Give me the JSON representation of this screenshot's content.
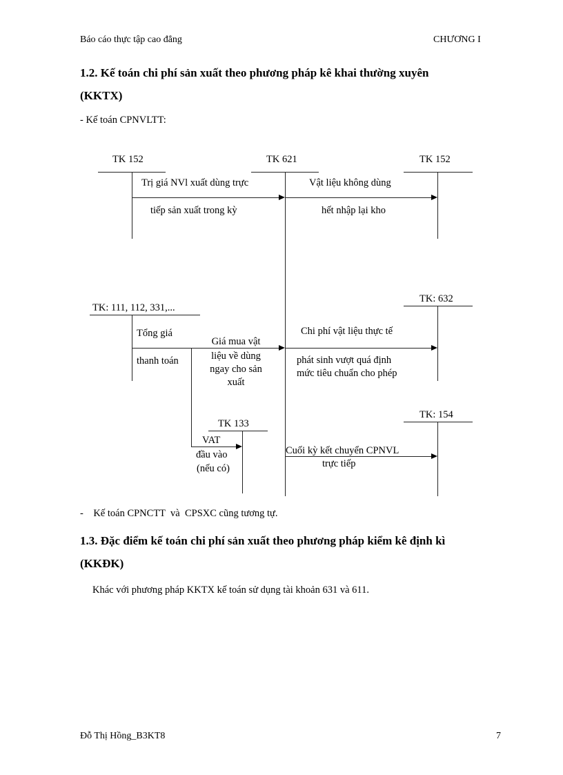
{
  "header": {
    "left": "Báo cáo thực tập cao đẳng",
    "right": "CHƯƠNG I"
  },
  "section_1_2": {
    "title_line1": "1.2. Kế toán chi phí sản xuất theo phương pháp kê khai thường xuyên",
    "title_line2": "(KKTX)",
    "intro": "- Kế toán CPNVLTT:"
  },
  "diagram": {
    "accounts": {
      "tk152_left": "TK 152",
      "tk621": "TK 621",
      "tk152_right": "TK 152",
      "tk111": "TK: 111, 112, 331,...",
      "tk632": "TK: 632",
      "tk133": "TK  133",
      "tk154": "TK: 154"
    },
    "flows": {
      "nvl_out_line1": "Trị giá NVl xuất dùng trực",
      "nvl_out_line2": "tiếp  sản xuất trong kỳ",
      "return_line1": "Vật liệu không dùng",
      "return_line2": "hết nhập  lại kho",
      "total_line1": "Tổng giá",
      "total_line2": "thanh toán",
      "purchase_line1": "Giá mua vật",
      "purchase_line2": "liệu về dùng",
      "purchase_line3": "ngay  cho sản",
      "purchase_line4": "xuất",
      "excess_line1": "Chi phí vật liệu thực  tế",
      "excess_line2": "phát  sinh vượt quá định",
      "excess_line3": "mức tiêu chuẩn cho phép",
      "vat_line1": "VAT",
      "vat_line2": "đầu vào",
      "vat_line3": "(nếu có)",
      "closing_line1": "Cuối kỳ kết chuyển CPNVL",
      "closing_line2": "trực tiếp"
    }
  },
  "note": "-    Kế toán CPNCTT  và  CPSXC cũng tương tự.",
  "section_1_3": {
    "title_line1": "1.3. Đặc điểm kế toán chi phí sản xuất theo phương pháp kiểm kê định kì",
    "title_line2": "(KKĐK)",
    "body": "Khác với phương pháp KKTX kế toán sử dụng tài khoản 631 và 611."
  },
  "footer": {
    "left": "Đỗ Thị Hồng_B3KT8",
    "page_number": "7"
  }
}
